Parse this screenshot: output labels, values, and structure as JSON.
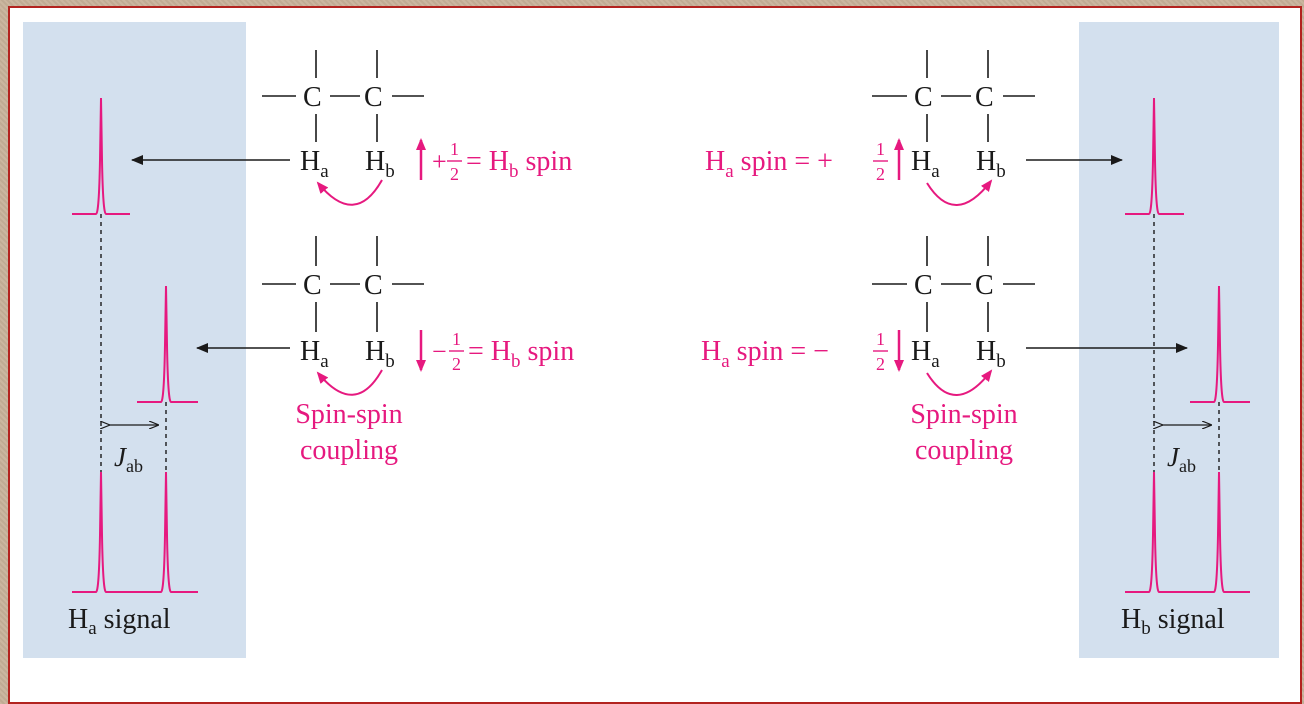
{
  "figure": {
    "atom_carbon": "C",
    "atom_h": "H",
    "sub_a": "a",
    "sub_b": "b",
    "spin_word": "spin",
    "equals": "=",
    "plus": "+",
    "minus": "−",
    "half_num": "1",
    "half_den": "2",
    "coupling_line1": "Spin-spin",
    "coupling_line2": "coupling",
    "coupling_constant": "J",
    "coupling_constant_sub": "ab",
    "signal_word": "signal"
  },
  "colors": {
    "panel": "#d3e0ee",
    "accent": "#e6197f",
    "ink": "#1a1a1a",
    "border": "#b3231f"
  }
}
